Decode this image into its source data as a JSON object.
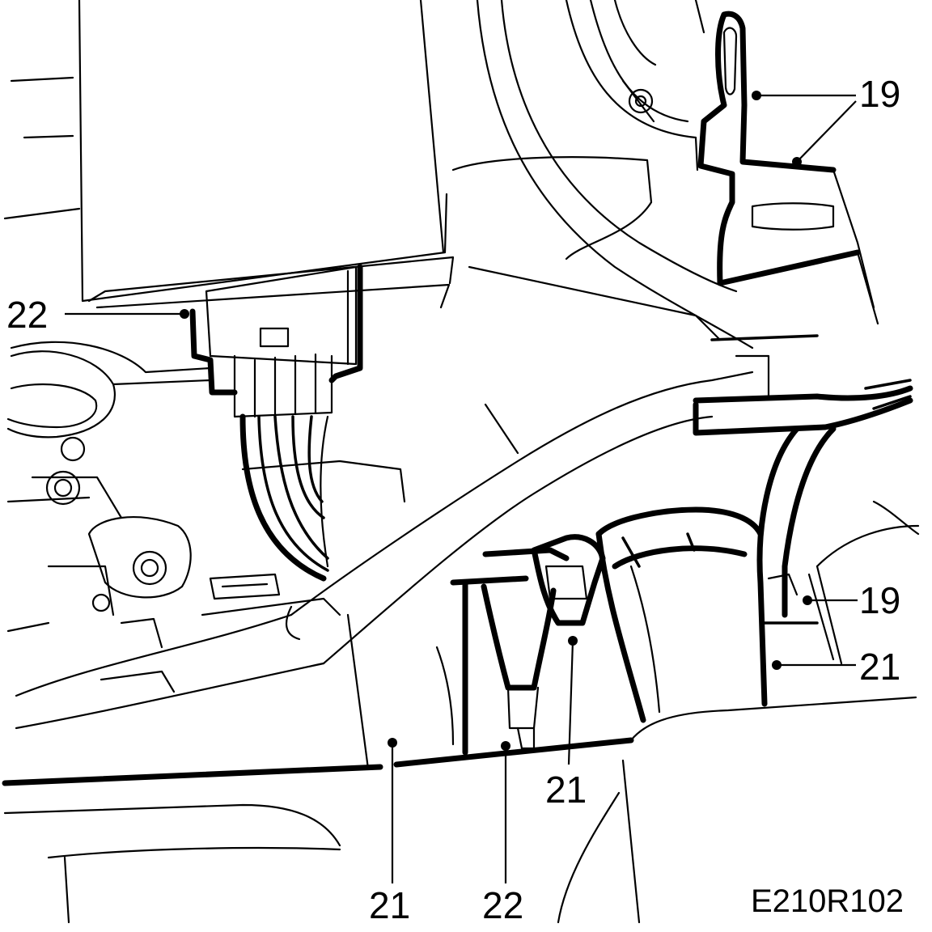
{
  "diagram": {
    "figure_id": "E210R102",
    "callouts": [
      {
        "id": "c19a",
        "label": "19"
      },
      {
        "id": "c19b",
        "label": "19"
      },
      {
        "id": "c21a",
        "label": "21"
      },
      {
        "id": "c21b",
        "label": "21"
      },
      {
        "id": "c21c",
        "label": "21"
      },
      {
        "id": "c22a",
        "label": "22"
      },
      {
        "id": "c22b",
        "label": "22"
      }
    ]
  }
}
